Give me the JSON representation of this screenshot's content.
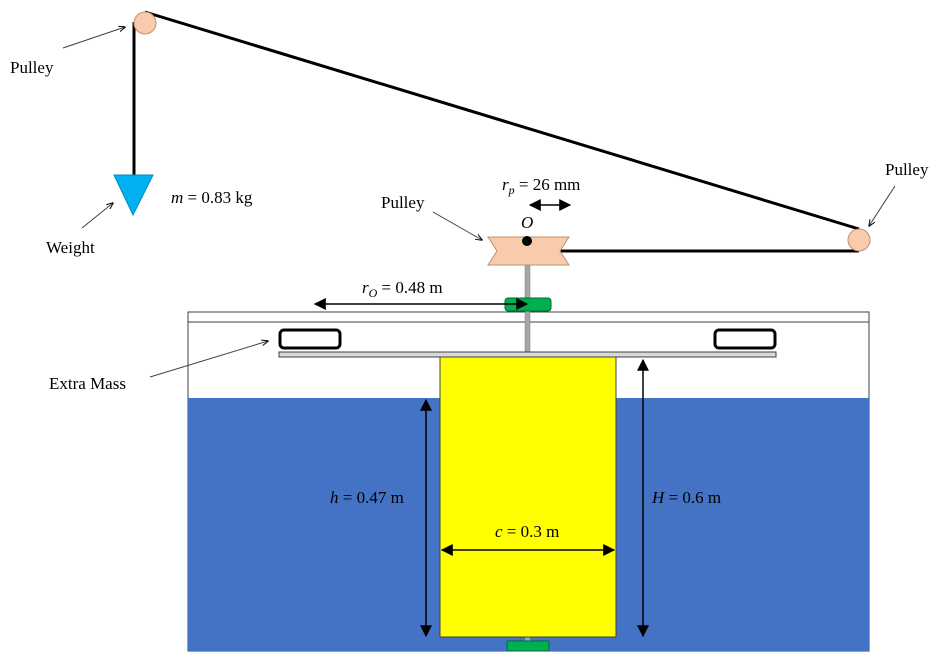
{
  "labels": {
    "pulley_top_left": "Pulley",
    "pulley_right": "Pulley",
    "pulley_center": "Pulley",
    "weight": "Weight",
    "extra_mass": "Extra Mass",
    "origin": "O"
  },
  "quantities": {
    "m": {
      "symbol": "m",
      "value": " = 0.83 kg"
    },
    "r_p": {
      "symbol": "r",
      "subscript": "p",
      "value": " = 26 mm"
    },
    "r_O": {
      "symbol": "r",
      "subscript": "O",
      "value": " = 0.48 m"
    },
    "h": {
      "symbol": "h",
      "value": " = 0.47 m"
    },
    "H": {
      "symbol": "H",
      "value": " = 0.6 m"
    },
    "c": {
      "symbol": "c",
      "value": " = 0.3 m"
    }
  },
  "colors": {
    "water": "#4472c4",
    "cylinder": "#ffff00",
    "pulley": "#f8cbad",
    "weight": "#00b0f0",
    "bearing": "#00b050",
    "shaft": "#a6a6a6",
    "line": "#000000"
  }
}
